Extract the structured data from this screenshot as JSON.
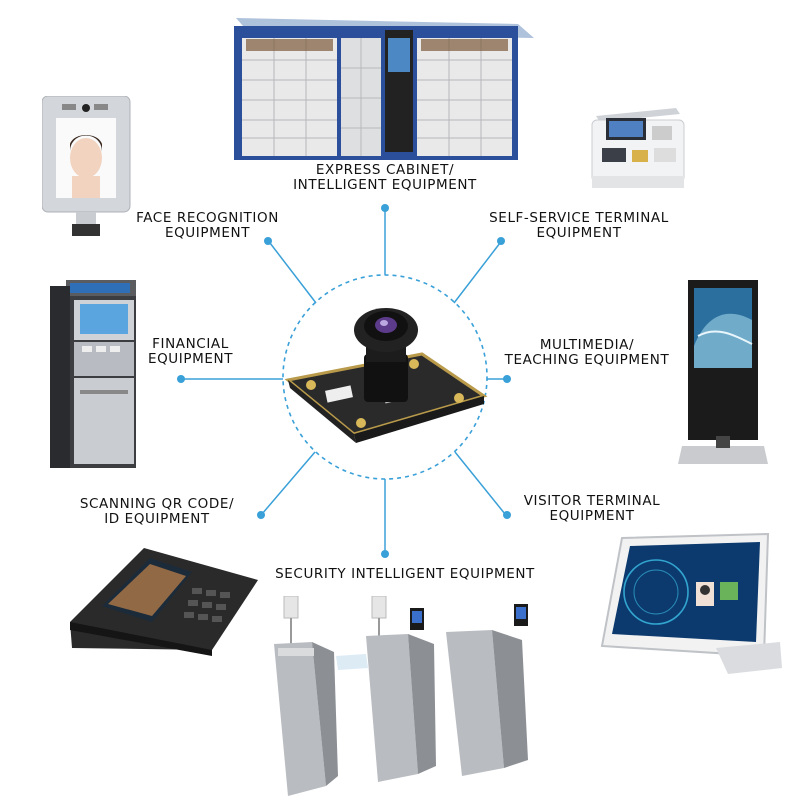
{
  "center": {
    "label": "",
    "icon": "camera-module-icon"
  },
  "categories": [
    {
      "id": "express-cabinet",
      "lines": [
        "EXPRESS CABINET/",
        "INTELLIGENT EQUIPMENT"
      ],
      "icon": "parcel-locker-icon"
    },
    {
      "id": "self-service-terminal",
      "lines": [
        "SELF-SERVICE TERMINAL",
        "EQUIPMENT"
      ],
      "icon": "kiosk-terminal-icon"
    },
    {
      "id": "multimedia-teaching",
      "lines": [
        "MULTIMEDIA/",
        "TEACHING EQUIPMENT"
      ],
      "icon": "digital-signage-icon"
    },
    {
      "id": "visitor-terminal",
      "lines": [
        "VISITOR TERMINAL",
        "EQUIPMENT"
      ],
      "icon": "visitor-tablet-icon"
    },
    {
      "id": "security-intelligent",
      "lines": [
        "SECURITY INTELLIGENT EQUIPMENT"
      ],
      "icon": "turnstile-gate-icon"
    },
    {
      "id": "scanning-qr",
      "lines": [
        "SCANNING QR CODE/",
        "ID EQUIPMENT"
      ],
      "icon": "qr-scanner-icon"
    },
    {
      "id": "financial",
      "lines": [
        "FINANCIAL",
        "EQUIPMENT"
      ],
      "icon": "atm-icon"
    },
    {
      "id": "face-recognition",
      "lines": [
        "FACE RECOGNITION",
        "EQUIPMENT"
      ],
      "icon": "face-recognition-terminal-icon"
    }
  ],
  "colors": {
    "connector": "#3aa0d8",
    "background": "#ffffff",
    "text": "#111111"
  }
}
